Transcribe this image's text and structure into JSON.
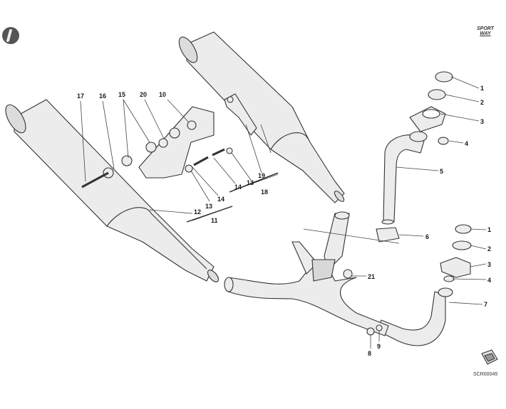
{
  "brand": {
    "line1": "SPORT",
    "line2": "WAY"
  },
  "diagram_code": "SCR00045",
  "callouts": {
    "right_top": [
      "1",
      "2",
      "3",
      "4",
      "5"
    ],
    "right_bottom": [
      "1",
      "2",
      "3",
      "4",
      "7"
    ],
    "center": [
      "6",
      "21",
      "8",
      "9"
    ],
    "bracket_left": {
      "group": "11",
      "parts": [
        "12",
        "13",
        "14"
      ]
    },
    "bracket_right": {
      "group": "18",
      "parts": [
        "14",
        "13",
        "19"
      ]
    },
    "upper_left": [
      "17",
      "16",
      "15",
      "20",
      "10"
    ]
  }
}
